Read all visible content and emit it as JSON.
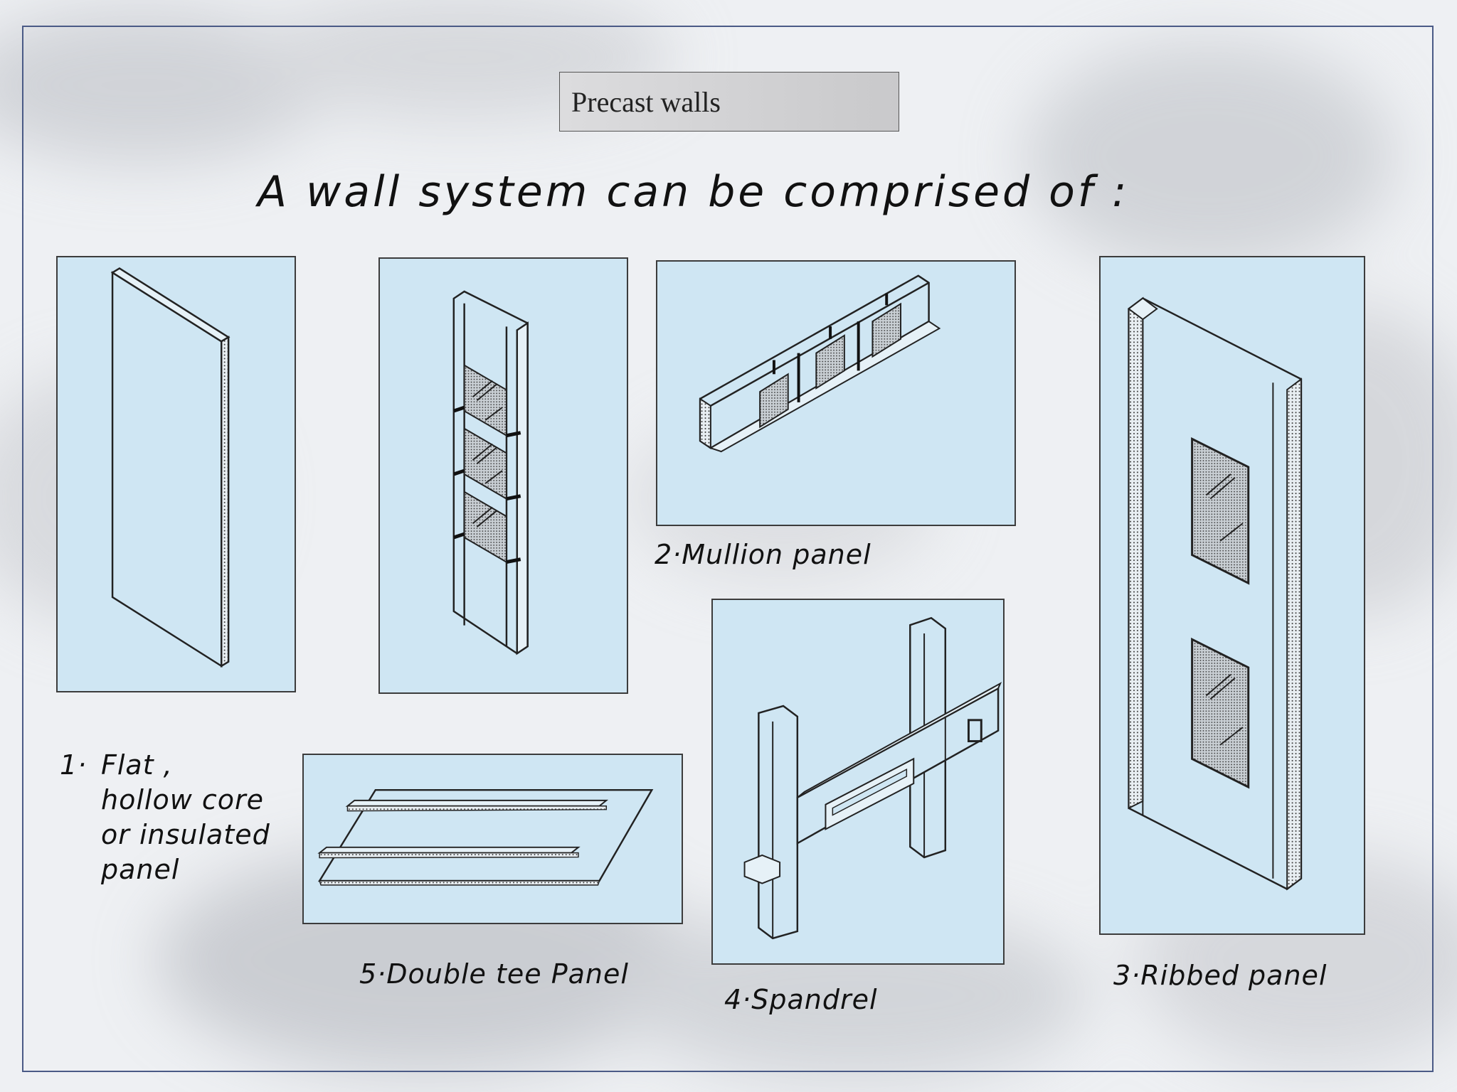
{
  "slide": {
    "title": "Precast walls",
    "heading": "A wall system can be comprised of :"
  },
  "items": [
    {
      "number": "1·",
      "lines": [
        "Flat ,",
        "hollow core",
        "or insulated",
        "panel"
      ]
    },
    {
      "label": "2·Mullion panel"
    },
    {
      "label": "3·Ribbed panel"
    },
    {
      "label": "4·Spandrel"
    },
    {
      "label": "5·Double tee Panel"
    }
  ],
  "colors": {
    "panel_bg": "#cfe6f3",
    "frame": "#4a5a86",
    "title_bg": "#d4d4d6"
  }
}
